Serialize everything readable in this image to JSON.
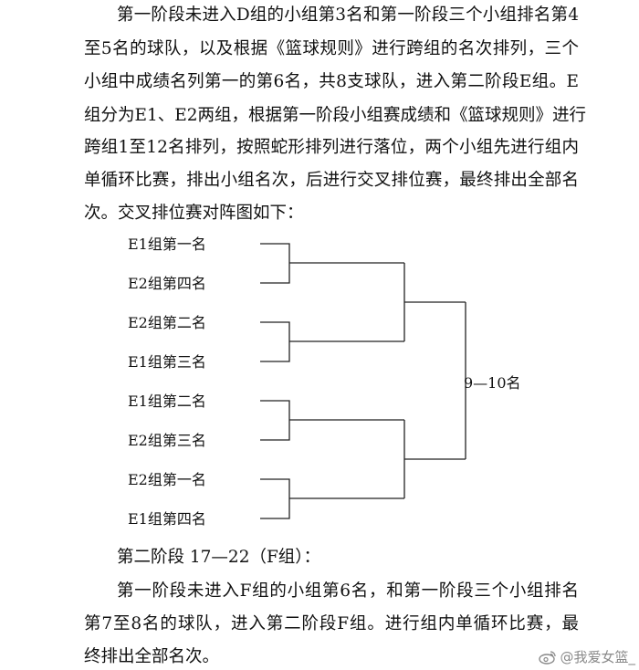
{
  "paragraph1": {
    "lines": [
      "第一阶段未进入D组的小组第3名和第一阶段三个小组排名第4",
      "至5名的球队，以及根据《篮球规则》进行跨组的名次排列，三个",
      "小组中成绩名列第一的第6名，共8支球队，进入第二阶段E组。E",
      "组分为E1、E2两组，根据第一阶段小组赛成绩和《篮球规则》进行",
      "跨组1至12名排列，按照蛇形排列进行落位，两个小组先进行组内",
      "单循环比赛，排出小组名次，后进行交叉排位赛，最终排出全部名",
      "次。交叉排位赛对阵图如下："
    ]
  },
  "bracket": {
    "teams": [
      "E1组第一名",
      "E2组第四名",
      "E2组第二名",
      "E1组第三名",
      "E1组第二名",
      "E2组第三名",
      "E2组第一名",
      "E1组第四名"
    ],
    "result_label": "9—10名"
  },
  "section": {
    "heading": "第二阶段 17—22（F组）：",
    "lines": [
      "第一阶段未进入F组的小组第6名，和第一阶段三个小组排名",
      "第7至8名的球队，进入第二阶段F组。进行组内单循环比赛，最",
      "终排出全部名次。"
    ]
  },
  "watermark": {
    "text": "@我爱女篮_",
    "icon": "weibo-icon"
  }
}
